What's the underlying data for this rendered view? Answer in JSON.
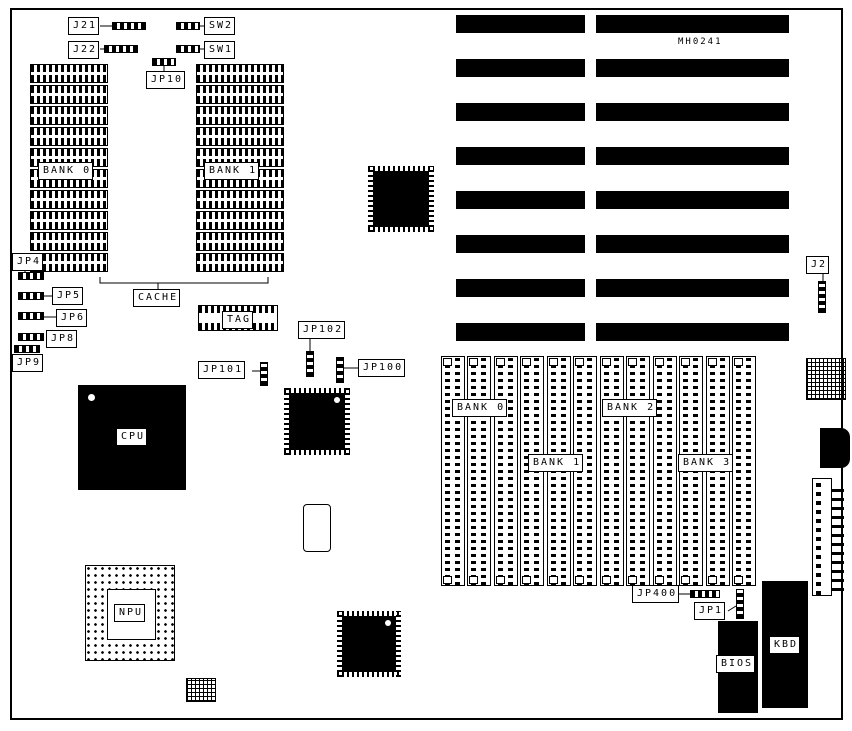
{
  "board": {
    "part_number": "MH0241"
  },
  "labels": {
    "j21": "J21",
    "j22": "J22",
    "sw1": "SW1",
    "sw2": "SW2",
    "jp10": "JP10",
    "jp4": "JP4",
    "jp5": "JP5",
    "jp6": "JP6",
    "jp8": "JP8",
    "jp9": "JP9",
    "cache": "CACHE",
    "tag": "TAG",
    "jp100": "JP100",
    "jp101": "JP101",
    "jp102": "JP102",
    "cpu": "CPU",
    "npu": "NPU",
    "j2": "J2",
    "jp400": "JP400",
    "jp1": "JP1",
    "bios": "BIOS",
    "kbd": "KBD",
    "cache_banks": [
      "BANK 0",
      "BANK 1"
    ],
    "simm_banks": [
      "BANK 0",
      "BANK 1",
      "BANK 2",
      "BANK 3"
    ]
  }
}
